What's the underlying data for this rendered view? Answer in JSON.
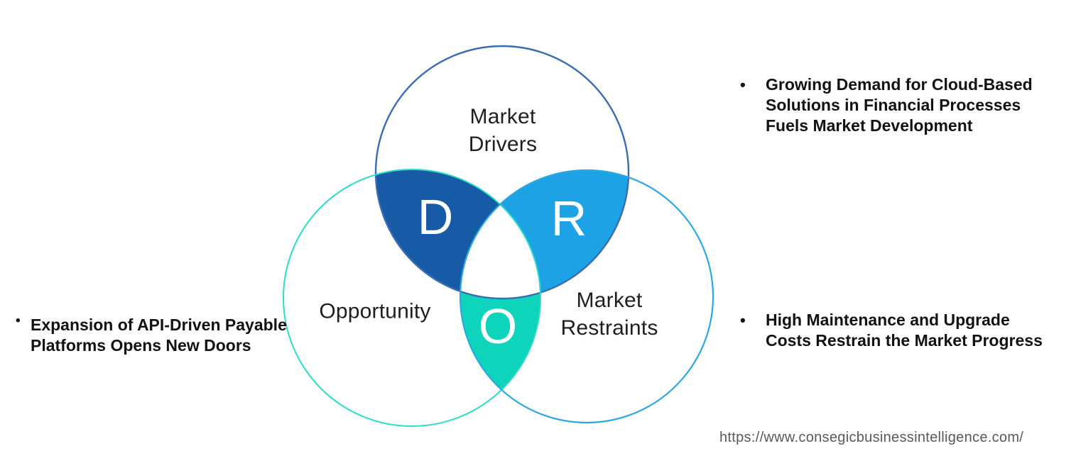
{
  "page": {
    "background": "#ffffff",
    "type_label": "DRO venn infographic"
  },
  "venn": {
    "circles": [
      {
        "id": "drivers",
        "label": "Market\nDrivers",
        "stroke": "#3a6cb4"
      },
      {
        "id": "opportunity",
        "label": "Opportunity",
        "stroke": "#2edcc6"
      },
      {
        "id": "restraints",
        "label": "Market\nRestraints",
        "stroke": "#2ba7e2"
      }
    ],
    "regions": [
      {
        "id": "drivers-overlap",
        "letter": "D",
        "fill": "#175aa5"
      },
      {
        "id": "restraints-overlap",
        "letter": "R",
        "fill": "#1ea2e6"
      },
      {
        "id": "opportunity-overlap",
        "letter": "O",
        "fill": "#0ed4bc"
      }
    ]
  },
  "notes": {
    "drivers": {
      "bullet": "•",
      "text": "Growing Demand for Cloud-Based\nSolutions in Financial Processes\nFuels Market Development"
    },
    "opportunity": {
      "bullet": "•",
      "text": "Expansion of API-Driven Payable\nPlatforms Opens New Doors"
    },
    "restraints": {
      "bullet": "•",
      "text": "High Maintenance and Upgrade\nCosts Restrain the Market Progress"
    }
  },
  "footer": {
    "url": "https://www.consegicbusinessintelligence.com/"
  }
}
